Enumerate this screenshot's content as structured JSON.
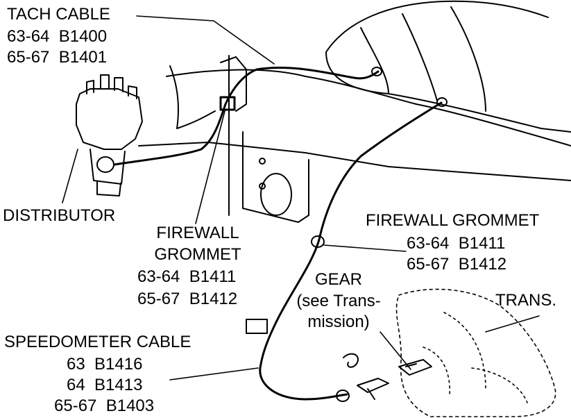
{
  "colors": {
    "ink": "#000000",
    "paper": "#ffffff"
  },
  "labels": {
    "tach_cable": {
      "title": "TACH CABLE",
      "line1": "63-64  B1400",
      "line2": "65-67  B1401"
    },
    "distributor": "DISTRIBUTOR",
    "firewall_grommet_left": {
      "title1": "FIREWALL",
      "title2": "GROMMET",
      "line1": "63-64  B1411",
      "line2": "65-67  B1412"
    },
    "firewall_grommet_right": {
      "title": "FIREWALL GROMMET",
      "line1": "63-64  B1411",
      "line2": "65-67  B1412"
    },
    "gear": {
      "title": "GEAR",
      "line1": "(see Trans-",
      "line2": "mission)"
    },
    "trans": "TRANS.",
    "speedometer_cable": {
      "title": "SPEEDOMETER CABLE",
      "line1": "63  B1416",
      "line2": "64  B1413",
      "line3": "65-67  B1403"
    }
  }
}
